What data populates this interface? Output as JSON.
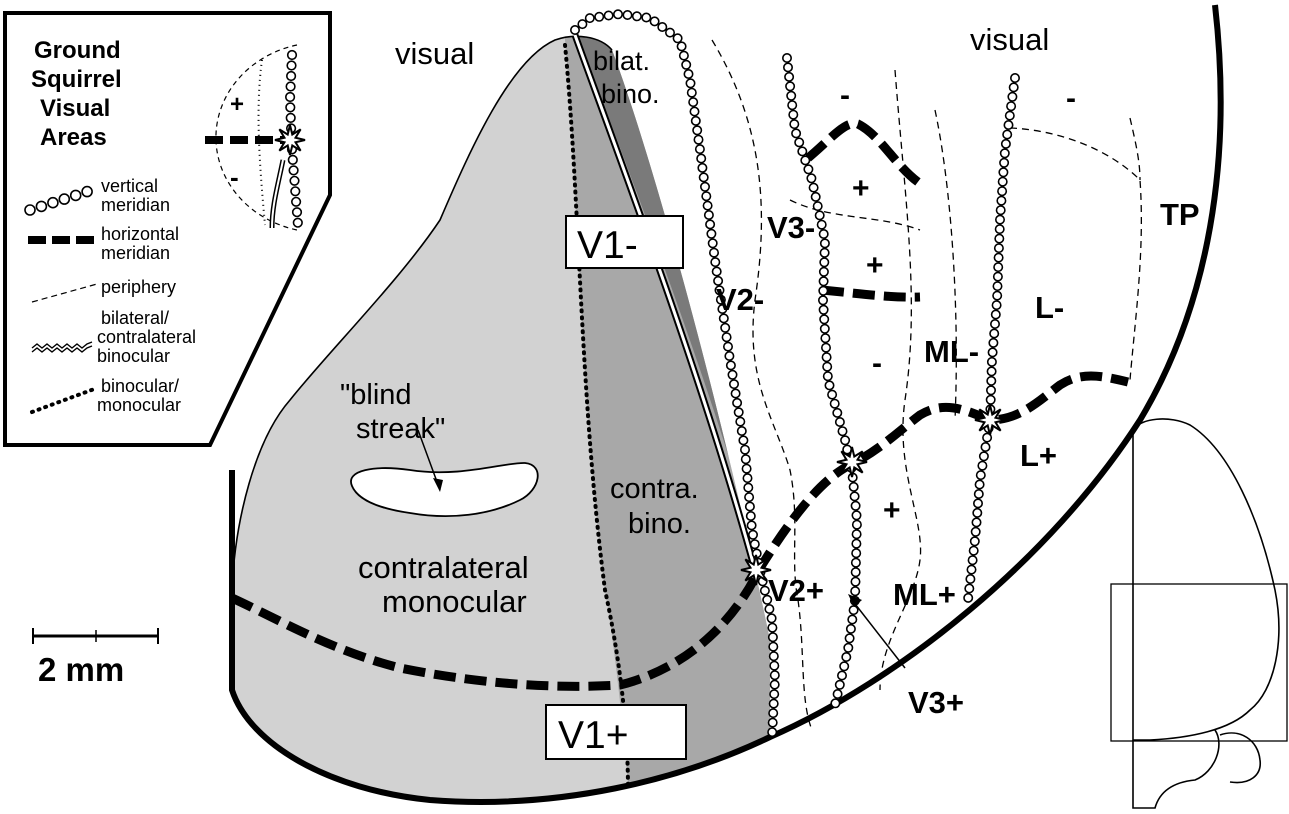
{
  "legend": {
    "title_lines": [
      "Ground",
      "Squirrel",
      "Visual",
      "Areas"
    ],
    "plus": "+",
    "minus": "-",
    "items": {
      "vertical_meridian": [
        "vertical",
        "meridian"
      ],
      "horizontal_meridian": [
        "horizontal",
        "meridian"
      ],
      "periphery": [
        "periphery"
      ],
      "bilateral": [
        "bilateral/",
        "contralateral",
        "binocular"
      ],
      "binocular": [
        "binocular/",
        "monocular"
      ]
    }
  },
  "scale_bar": {
    "label": "2 mm"
  },
  "labels": {
    "visual_left": "visual",
    "visual_right": "visual",
    "bilat_bino": [
      "bilat.",
      "bino."
    ],
    "contra_bino": [
      "contra.",
      "bino."
    ],
    "blind_streak": [
      "\"blind",
      "streak\""
    ],
    "contralateral_monocular": [
      "contralateral",
      "monocular"
    ],
    "V1_minus": "V1-",
    "V1_plus": "V1+",
    "V2_minus": "V2-",
    "V2_plus": "V2+",
    "V3_minus": "V3-",
    "V3_plus": "V3+",
    "ML_minus": "ML-",
    "ML_plus": "ML+",
    "L_minus": "L-",
    "L_plus": "L+",
    "TP": "TP",
    "signs": {
      "v3_top_minus": "-",
      "v3_plus_a": "+",
      "v3_plus_b": "+",
      "v3_minus_low": "-",
      "v3_plus_low": "+",
      "right_top_minus": "-"
    }
  },
  "colors": {
    "monocular_fill": "#d2d2d2",
    "contra_bino_fill": "#a8a8a8",
    "bilat_bino_fill": "#7a7a7a",
    "ink": "#000000"
  }
}
